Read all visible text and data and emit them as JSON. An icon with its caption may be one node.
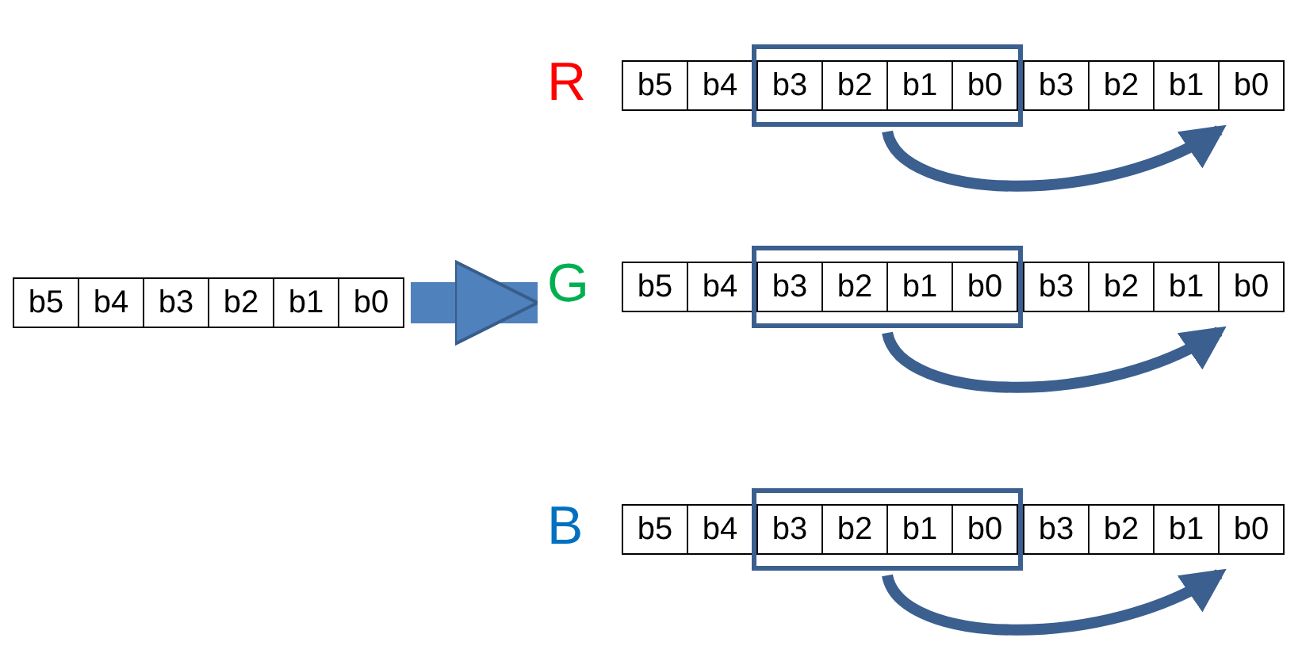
{
  "diagram": {
    "nodes": [
      {
        "text": [
          "b5",
          "b4",
          "b3",
          "b2",
          "b1",
          "b0"
        ]
      },
      {
        "text": [
          "b5",
          "b4"
        ],
        "beside": [
          "R"
        ]
      },
      {
        "text": [
          "b3",
          "b2",
          "b1",
          "b0"
        ]
      },
      {
        "text": [
          "b3",
          "b2",
          "b1",
          "b0"
        ]
      },
      {
        "text": [
          "b5",
          "b4"
        ],
        "beside": [
          "G"
        ]
      },
      {
        "text": [
          "b3",
          "b2",
          "b1",
          "b0"
        ]
      },
      {
        "text": [
          "b3",
          "b2",
          "b1",
          "b0"
        ]
      },
      {
        "text": [
          "b5",
          "b4"
        ],
        "beside": [
          "B"
        ]
      },
      {
        "text": [
          "b3",
          "b2",
          "b1",
          "b0"
        ]
      },
      {
        "text": [
          "b3",
          "b2",
          "b1",
          "b0"
        ]
      }
    ],
    "edges": [
      {
        "from": 0,
        "to": 4,
        "arrow": "to",
        "style": "thick"
      },
      {
        "from": 2,
        "to": 3,
        "arrow": "to"
      },
      {
        "from": 5,
        "to": 6,
        "arrow": "to"
      },
      {
        "from": 8,
        "to": 9,
        "arrow": "to"
      }
    ]
  }
}
